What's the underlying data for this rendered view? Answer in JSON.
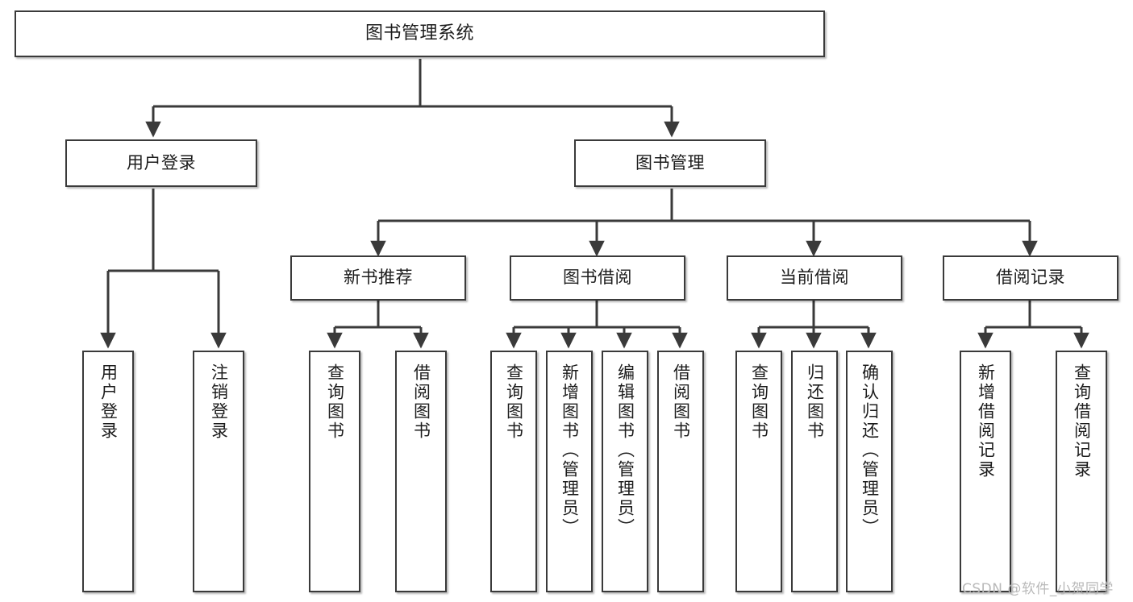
{
  "diagram": {
    "title": "图书管理系统",
    "type": "tree-hierarchy",
    "watermark": "CSDN @软件_小贺同学",
    "stroke_color": "#3a3a3a",
    "fill_color": "#ffffff",
    "text_color": "#1c1c1c",
    "watermark_color": "#b9b9b9"
  },
  "nodes": {
    "root": {
      "label": "图书管理系统"
    },
    "level1": [
      {
        "id": "user-login",
        "label": "用户登录"
      },
      {
        "id": "book-manage",
        "label": "图书管理"
      }
    ],
    "level2": [
      {
        "id": "new-book-recommend",
        "label": "新书推荐"
      },
      {
        "id": "book-borrow",
        "label": "图书借阅"
      },
      {
        "id": "current-borrow",
        "label": "当前借阅"
      },
      {
        "id": "borrow-record",
        "label": "借阅记录"
      }
    ],
    "leaves": {
      "user-login": [
        {
          "id": "leaf-user-login",
          "label": "用户登录"
        },
        {
          "id": "leaf-logout",
          "label": "注销登录"
        }
      ],
      "new-book-recommend": [
        {
          "id": "leaf-query-book-1",
          "label": "查询图书"
        },
        {
          "id": "leaf-borrow-book-1",
          "label": "借阅图书"
        }
      ],
      "book-borrow": [
        {
          "id": "leaf-query-book-2",
          "label": "查询图书"
        },
        {
          "id": "leaf-add-book",
          "label": "新增图书（管理员）"
        },
        {
          "id": "leaf-edit-book",
          "label": "编辑图书（管理员）"
        },
        {
          "id": "leaf-borrow-book-2",
          "label": "借阅图书"
        }
      ],
      "current-borrow": [
        {
          "id": "leaf-query-book-3",
          "label": "查询图书"
        },
        {
          "id": "leaf-return-book",
          "label": "归还图书"
        },
        {
          "id": "leaf-confirm-return",
          "label": "确认归还（管理员）"
        }
      ],
      "borrow-record": [
        {
          "id": "leaf-add-record",
          "label": "新增借阅记录"
        },
        {
          "id": "leaf-query-record",
          "label": "查询借阅记录"
        }
      ]
    }
  },
  "chart_data": {
    "type": "table",
    "title": "图书管理系统 功能结构图",
    "hierarchy": [
      {
        "level": 0,
        "label": "图书管理系统",
        "children": [
          {
            "level": 1,
            "label": "用户登录",
            "children": [
              {
                "level": 2,
                "label": "用户登录"
              },
              {
                "level": 2,
                "label": "注销登录"
              }
            ]
          },
          {
            "level": 1,
            "label": "图书管理",
            "children": [
              {
                "level": 2,
                "label": "新书推荐",
                "children": [
                  {
                    "level": 3,
                    "label": "查询图书"
                  },
                  {
                    "level": 3,
                    "label": "借阅图书"
                  }
                ]
              },
              {
                "level": 2,
                "label": "图书借阅",
                "children": [
                  {
                    "level": 3,
                    "label": "查询图书"
                  },
                  {
                    "level": 3,
                    "label": "新增图书（管理员）"
                  },
                  {
                    "level": 3,
                    "label": "编辑图书（管理员）"
                  },
                  {
                    "level": 3,
                    "label": "借阅图书"
                  }
                ]
              },
              {
                "level": 2,
                "label": "当前借阅",
                "children": [
                  {
                    "level": 3,
                    "label": "查询图书"
                  },
                  {
                    "level": 3,
                    "label": "归还图书"
                  },
                  {
                    "level": 3,
                    "label": "确认归还（管理员）"
                  }
                ]
              },
              {
                "level": 2,
                "label": "借阅记录",
                "children": [
                  {
                    "level": 3,
                    "label": "新增借阅记录"
                  },
                  {
                    "level": 3,
                    "label": "查询借阅记录"
                  }
                ]
              }
            ]
          }
        ]
      }
    ]
  }
}
